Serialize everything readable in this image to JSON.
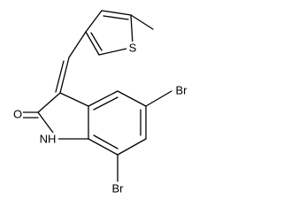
{
  "structure": {
    "atom_labels": {
      "sulfur": "S",
      "bromine_top": "Br",
      "bromine_bottom": "Br",
      "oxygen": "O",
      "nitrogen_h": "NH"
    }
  }
}
